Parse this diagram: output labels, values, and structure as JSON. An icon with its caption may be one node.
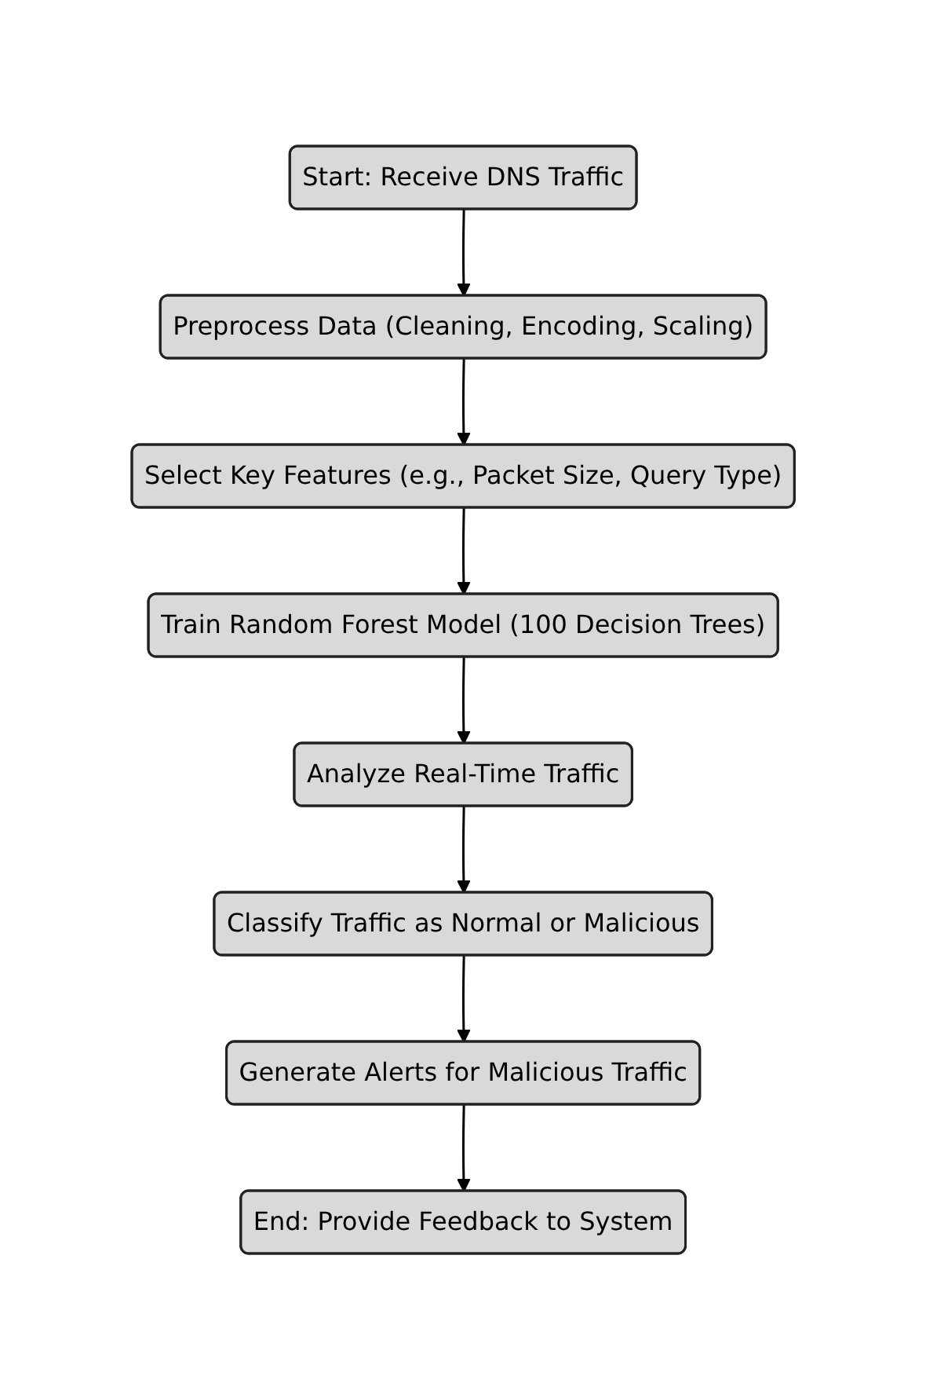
{
  "diagram": {
    "nodes": [
      {
        "text": [
          "Start: Receive DNS Traffic"
        ]
      },
      {
        "text": [
          "Preprocess Data (Cleaning, Encoding, Scaling)"
        ]
      },
      {
        "text": [
          "Select Key Features (e.g., Packet Size, Query Type)"
        ]
      },
      {
        "text": [
          "Train Random Forest Model (100 Decision Trees)"
        ]
      },
      {
        "text": [
          "Analyze Real-Time Traffic"
        ]
      },
      {
        "text": [
          "Classify Traffic as Normal or Malicious"
        ]
      },
      {
        "text": [
          "Generate Alerts for Malicious Traffic"
        ]
      },
      {
        "text": [
          "End: Provide Feedback to System"
        ]
      }
    ],
    "edges": [
      {
        "from": 0,
        "to": 1,
        "arrow": "to"
      },
      {
        "from": 1,
        "to": 2,
        "arrow": "to"
      },
      {
        "from": 2,
        "to": 3,
        "arrow": "to"
      },
      {
        "from": 3,
        "to": 4,
        "arrow": "to"
      },
      {
        "from": 4,
        "to": 5,
        "arrow": "to"
      },
      {
        "from": 5,
        "to": 6,
        "arrow": "to"
      },
      {
        "from": 6,
        "to": 7,
        "arrow": "to"
      }
    ]
  }
}
